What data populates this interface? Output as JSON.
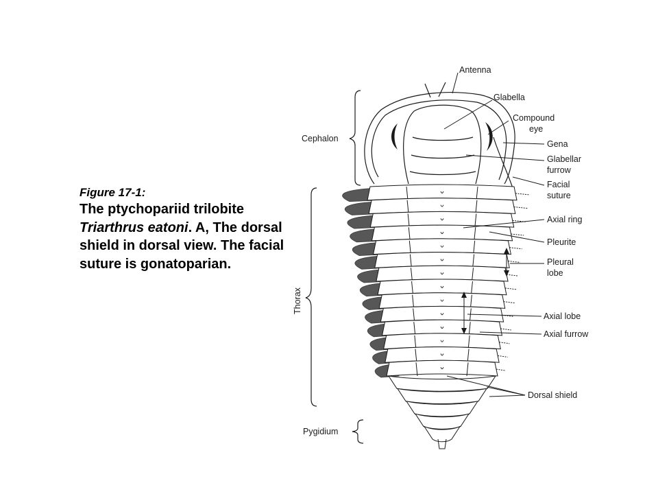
{
  "caption": {
    "figure_label": "Figure 17-1:",
    "line_1": "The ptychopariid trilobite ",
    "species": "Triarthrus eatoni",
    "line_2": ".  A, The dorsal shield in dorsal view.  The facial suture is gonatoparian."
  },
  "labels": {
    "antenna": "Antenna",
    "glabella": "Glabella",
    "compound_eye_1": "Compound",
    "compound_eye_2": "eye",
    "gena": "Gena",
    "glabellar_furrow_1": "Glabellar",
    "glabellar_furrow_2": "furrow",
    "facial_suture_1": "Facial",
    "facial_suture_2": "suture",
    "axial_ring": "Axial ring",
    "pleurite": "Pleurite",
    "pleural_lobe_1": "Pleural",
    "pleural_lobe_2": "lobe",
    "axial_lobe": "Axial lobe",
    "axial_furrow": "Axial furrow",
    "dorsal_shield": "Dorsal shield",
    "cephalon": "Cephalon",
    "thorax": "Thorax",
    "pygidium": "Pygidium"
  },
  "colors": {
    "ink": "#1a1a1a",
    "shading": "#3a3a3a",
    "background": "#ffffff"
  },
  "specimen": {
    "thoracic_segments": 14,
    "pygidial_rings": 5
  }
}
